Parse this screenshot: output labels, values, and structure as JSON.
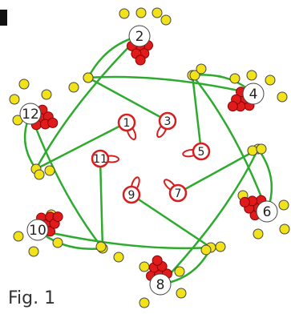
{
  "figure": {
    "caption": "Fig. 1",
    "colors": {
      "thread": "#2eaa2e",
      "ring_thread": "#d81e1e",
      "red_bead": "#e01b1b",
      "yellow_bead": "#f2e21a",
      "bead_outline": "#444444",
      "label_circle_fill": "#ffffff",
      "caption": "#333333"
    },
    "outer_labels": [
      "2",
      "4",
      "6",
      "8",
      "10",
      "12"
    ],
    "inner_labels": [
      "1",
      "3",
      "5",
      "7",
      "9",
      "11"
    ]
  }
}
